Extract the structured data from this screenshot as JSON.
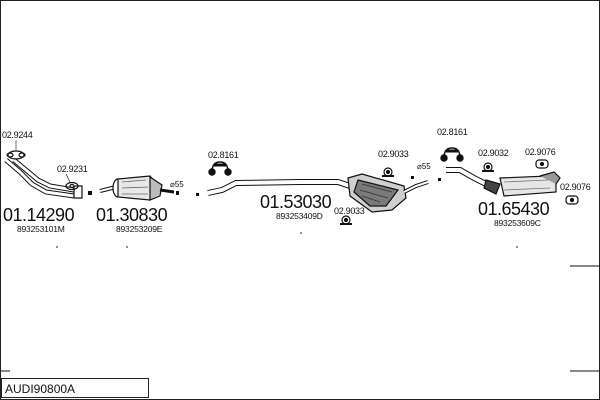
{
  "title": "AUDI90800A",
  "parts": {
    "p1": {
      "number": "01.14290",
      "oem": "893253101M"
    },
    "p2": {
      "number": "01.30830",
      "oem": "893253209E"
    },
    "p3": {
      "number": "01.53030",
      "oem": "893253409D"
    },
    "p4": {
      "number": "01.65430",
      "oem": "893253609C"
    }
  },
  "accessories": {
    "a1": "02.9244",
    "a2": "02.9231",
    "a3": "02.8161",
    "a4": "02.9033",
    "a5": "02.9033",
    "a6": "02.8161",
    "a7": "02.9032",
    "a8": "02.9076",
    "a9": "02.9076"
  },
  "diameters": {
    "d1": "⌀55",
    "d2": "⌀55"
  },
  "colors": {
    "line": "#111111",
    "shade": "#555555",
    "fill": "#d0d0d0"
  }
}
